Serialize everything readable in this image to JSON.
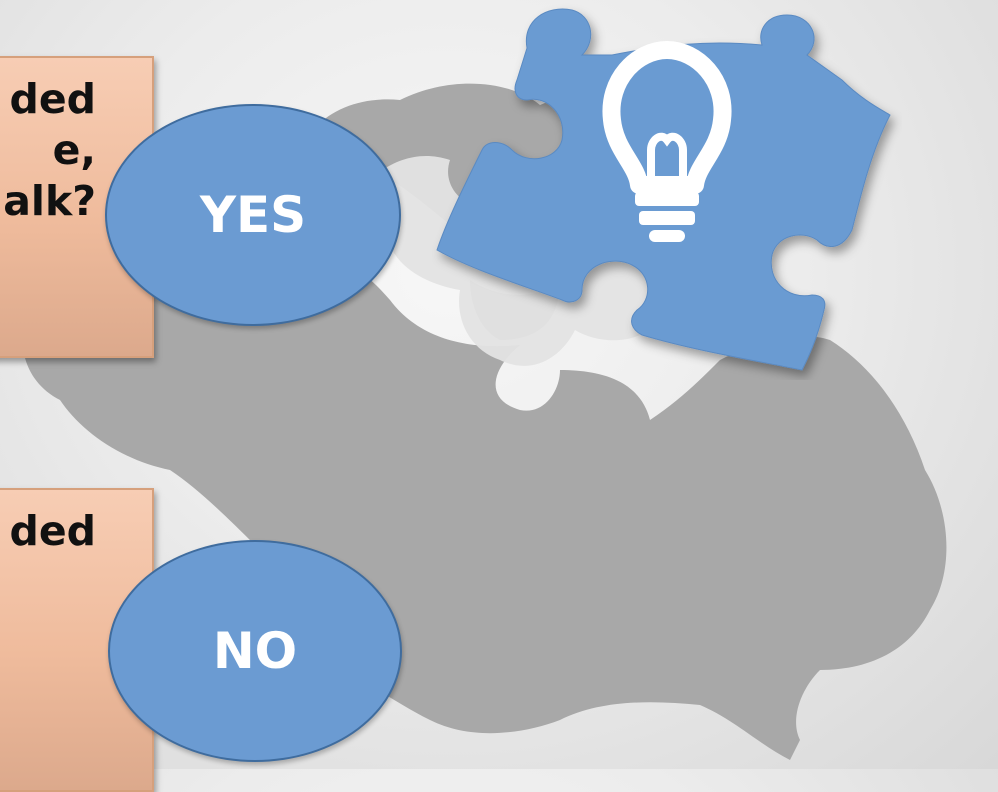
{
  "diagram": {
    "top_question": "ded\ne,\nalk?",
    "bottom_question": "ded",
    "yes_label": "YES",
    "no_label": "NO",
    "brain_icon": "brain-silhouette-icon",
    "puzzle_icon": "puzzle-piece-icon",
    "bulb_icon": "lightbulb-icon"
  },
  "colors": {
    "brain_gray": "#a8a8a8",
    "bubble_blue": "#6b9bd2",
    "box_peach": "#efbb9c",
    "puzzle_blue": "#6b9bd2"
  }
}
